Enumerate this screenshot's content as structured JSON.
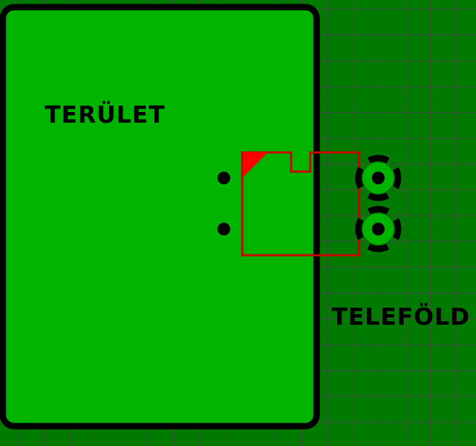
{
  "labels": {
    "area": "TERÜLET",
    "ground": "TELEFÖLD"
  },
  "colors": {
    "background": "#007a00",
    "grid": "#4a4a4a",
    "copper_area": "#00b400",
    "outline": "#000000",
    "silkscreen": "#cc0000",
    "pin1_marker": "#ff0000",
    "pad_copper": "#00b400"
  },
  "components": {
    "connector": {
      "pin_count": 2,
      "pads": [
        {
          "name": "pad-1",
          "shape": "round"
        },
        {
          "name": "pad-2",
          "shape": "round"
        }
      ]
    }
  }
}
